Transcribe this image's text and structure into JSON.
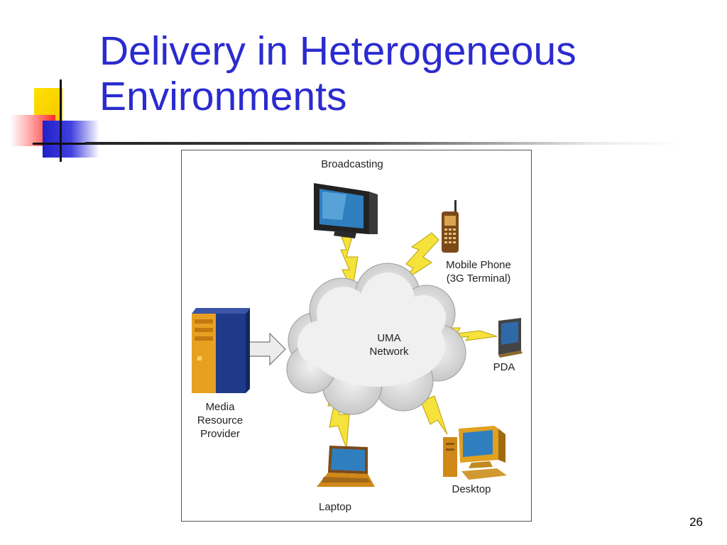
{
  "slide": {
    "title_line1": "Delivery in Heterogeneous",
    "title_line2": "Environments",
    "number": "26"
  },
  "diagram": {
    "center": {
      "line1": "UMA",
      "line2": "Network"
    },
    "provider": {
      "line1": "Media",
      "line2": "Resource",
      "line3": "Provider"
    },
    "nodes": {
      "broadcasting": "Broadcasting",
      "mobile_line1": "Mobile Phone",
      "mobile_line2": "(3G Terminal)",
      "pda": "PDA",
      "desktop": "Desktop",
      "laptop": "Laptop"
    }
  },
  "colors": {
    "title": "#2b2bd0",
    "lightning": "#f5e23a",
    "device_body": "#e0a020",
    "screen": "#2f7fbf",
    "server": "#203a8a",
    "cloud": "#d8d8d8"
  }
}
